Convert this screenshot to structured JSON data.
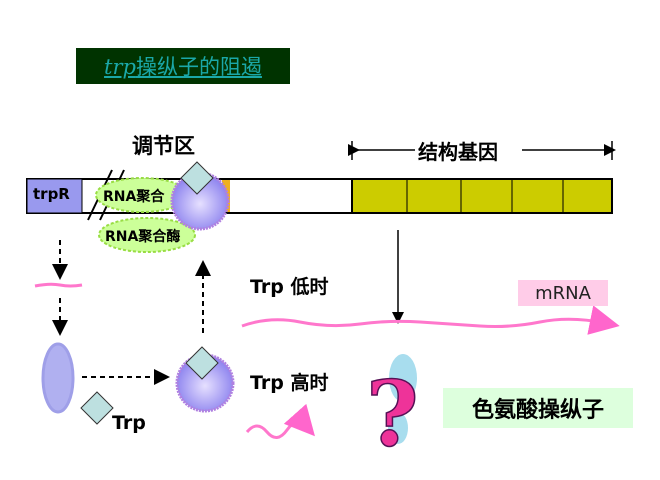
{
  "title": {
    "italic": "trp",
    "rest": "操纵子的阻遏"
  },
  "labels": {
    "regulatory_region": "调节区",
    "structural_genes": "结构基因",
    "trpR": "trpR",
    "rna_pol_1": "RNA聚合",
    "rna_pol_2": "RNA聚合酶",
    "trp_low": "Trp 低时",
    "trp_high": "Trp 高时",
    "trp": "Trp",
    "mrna": "mRNA",
    "operon": "色氨酸操纵子",
    "question": "?"
  },
  "colors": {
    "title_bg": "#003300",
    "title_text": "#1aa8a8",
    "trpR": "#9999ee",
    "genes": "#cccc00",
    "polymerase": "#ccff99",
    "mrna": "#ff66cc",
    "operon_bg": "#ddffdd"
  }
}
